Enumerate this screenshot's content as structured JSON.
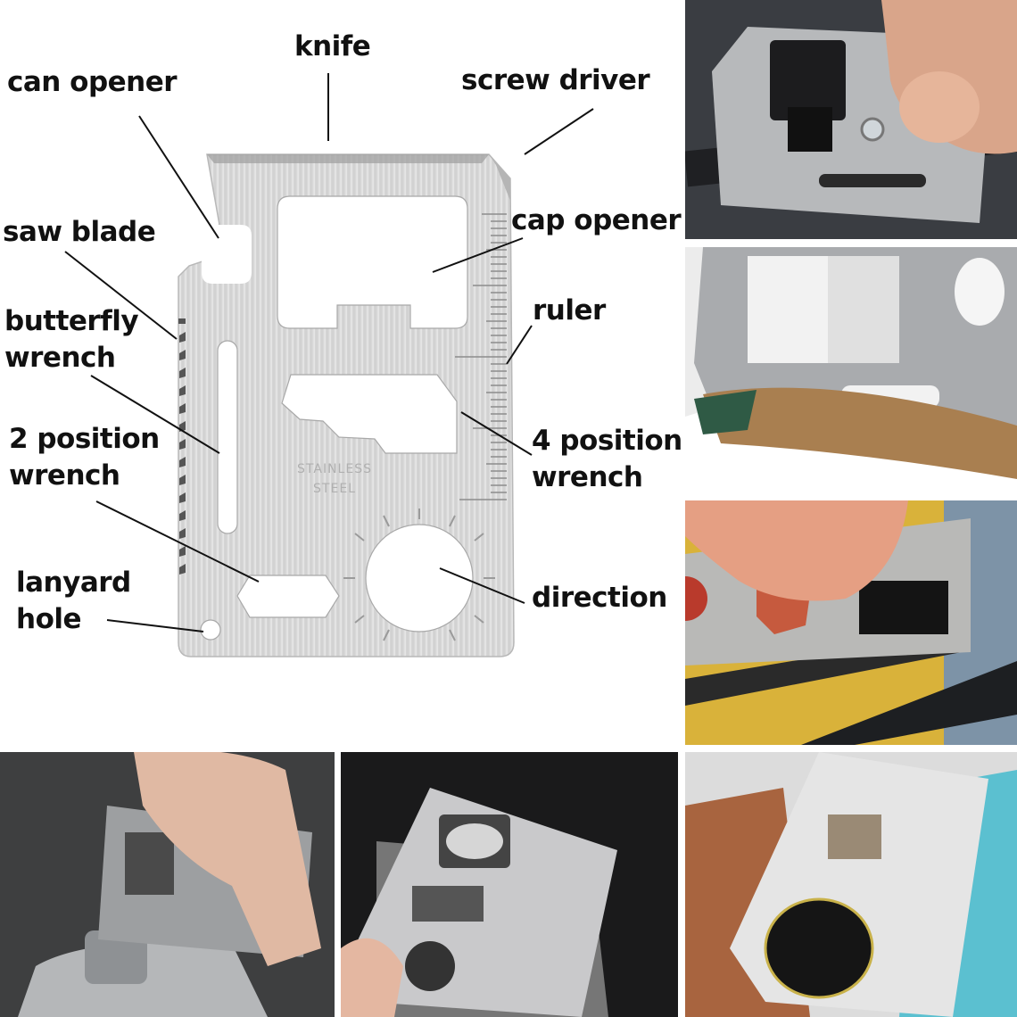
{
  "diagram": {
    "labels": {
      "knife": "knife",
      "can_opener": "can opener",
      "screw_driver": "screw driver",
      "saw_blade": "saw blade",
      "cap_opener": "cap opener",
      "butterfly_wrench_1": "butterfly",
      "butterfly_wrench_2": "wrench",
      "ruler": "ruler",
      "two_position_wrench_1": "2 position",
      "two_position_wrench_2": "wrench",
      "four_position_wrench_1": "4 position",
      "four_position_wrench_2": "wrench",
      "lanyard_hole_1": "lanyard",
      "lanyard_hole_2": "hole",
      "direction": "direction"
    },
    "engraving": [
      "STAINLESS",
      "STEEL"
    ]
  },
  "photos": [
    {
      "id": "photo-screwdriver-bolt",
      "description": "card tightening a bolt"
    },
    {
      "id": "photo-saw-wood",
      "description": "saw blade cutting wood"
    },
    {
      "id": "photo-hex-wrench",
      "description": "hex wrench on bicycle"
    },
    {
      "id": "photo-flask-1",
      "description": "card on flask cap"
    },
    {
      "id": "photo-flask-2",
      "description": "card on flask"
    },
    {
      "id": "photo-bottle-cap",
      "description": "card opening bottle cap"
    }
  ],
  "colors": {
    "steel": "#d9d9d9",
    "steel_dark": "#a9a9a9",
    "text": "#111111",
    "background": "#ffffff"
  }
}
